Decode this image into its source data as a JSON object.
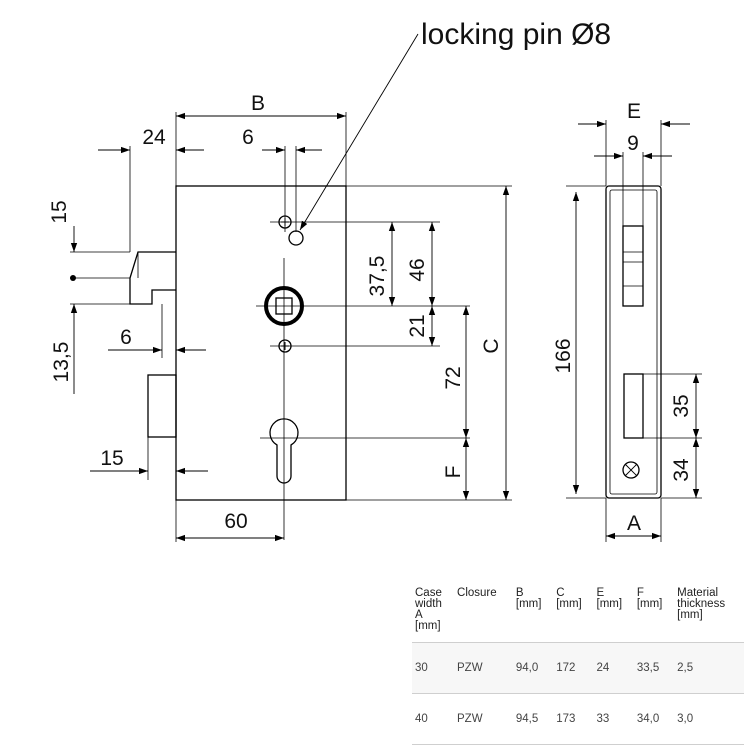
{
  "drawing": {
    "callout": "locking pin Ø8",
    "dims": {
      "B": "B",
      "C": "C",
      "E": "E",
      "F": "F",
      "A": "A",
      "d24": "24",
      "d6_top": "6",
      "d15_left": "15",
      "d13_5": "13,5",
      "d6_mid": "6",
      "d15_bottom": "15",
      "d60": "60",
      "d37_5": "37,5",
      "d46": "46",
      "d21": "21",
      "d72": "72",
      "d9": "9",
      "d166": "166",
      "d35": "35",
      "d34": "34"
    }
  },
  "table": {
    "headers": [
      [
        "Case",
        "width",
        "A",
        "[mm]"
      ],
      [
        "Closure"
      ],
      [
        "B",
        "[mm]"
      ],
      [
        "C",
        "[mm]"
      ],
      [
        "E",
        "[mm]"
      ],
      [
        "F",
        "[mm]"
      ],
      [
        "Material",
        "thickness",
        "[mm]"
      ]
    ],
    "rows": [
      [
        "30",
        "PZW",
        "94,0",
        "172",
        "24",
        "33,5",
        "2,5"
      ],
      [
        "40",
        "PZW",
        "94,5",
        "173",
        "33",
        "34,0",
        "3,0"
      ]
    ]
  }
}
